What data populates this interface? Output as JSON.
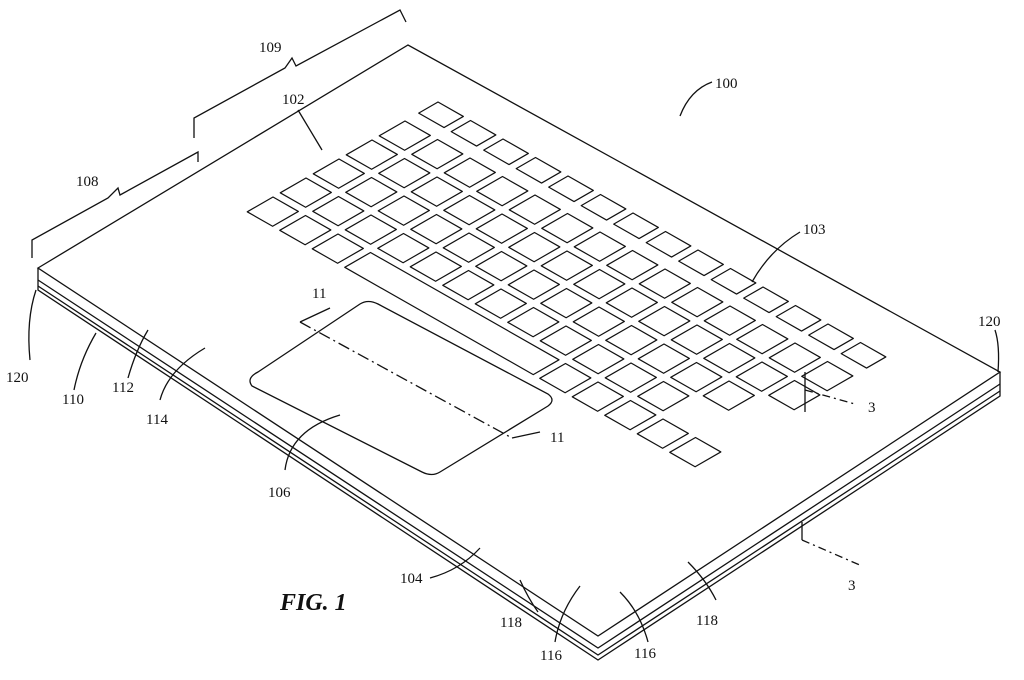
{
  "figure": {
    "title": "FIG. 1",
    "labels": {
      "device": "100",
      "keyboard": "102",
      "key": "103",
      "base": "104",
      "trackpad": "106",
      "region_a": "108",
      "region_b": "109",
      "layer_110": "110",
      "layer_112": "112",
      "layer_114": "114",
      "layer_116_left": "116",
      "layer_116_right": "116",
      "layer_118_left": "118",
      "layer_118_right": "118",
      "edge_120_left": "120",
      "edge_120_right": "120",
      "section_11_top": "11",
      "section_11_bottom": "11",
      "section_3_top": "3",
      "section_3_bottom": "3"
    }
  }
}
